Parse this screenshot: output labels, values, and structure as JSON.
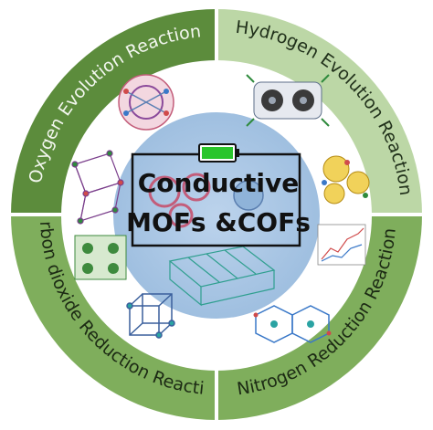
{
  "colors": {
    "background": "#ffffff",
    "dark_green": "#5c8c3c",
    "light_green": "#bcd7a6",
    "mid_green": "#7fae5c",
    "inner_circle": "#a9c6e5",
    "frame": "#111111",
    "battery": "#29c52b"
  },
  "segments": [
    {
      "id": "oer",
      "label": "Oxygen Evolution Reaction",
      "color_key": "dark_green",
      "text_color": "#f2f6ee"
    },
    {
      "id": "her",
      "label": "Hydrogen Evolution Reaction",
      "color_key": "light_green",
      "text_color": "#20301a"
    },
    {
      "id": "nrr",
      "label": "Nitrogen Reduction Reaction",
      "color_key": "mid_green",
      "text_color": "#1c2a14"
    },
    {
      "id": "co2rr",
      "label": "Carbon dioxide Reduction Reaction",
      "color_key": "mid_green",
      "text_color": "#1c2a14"
    }
  ],
  "center": {
    "title_line1": "Conductive",
    "title_line2": "MOFs &COFs"
  },
  "icons": [
    {
      "name": "battery-icon"
    },
    {
      "name": "oer-structure-icon"
    },
    {
      "name": "her-structure-icon"
    },
    {
      "name": "nrr-structure-icon"
    },
    {
      "name": "co2rr-structure-icon"
    }
  ]
}
